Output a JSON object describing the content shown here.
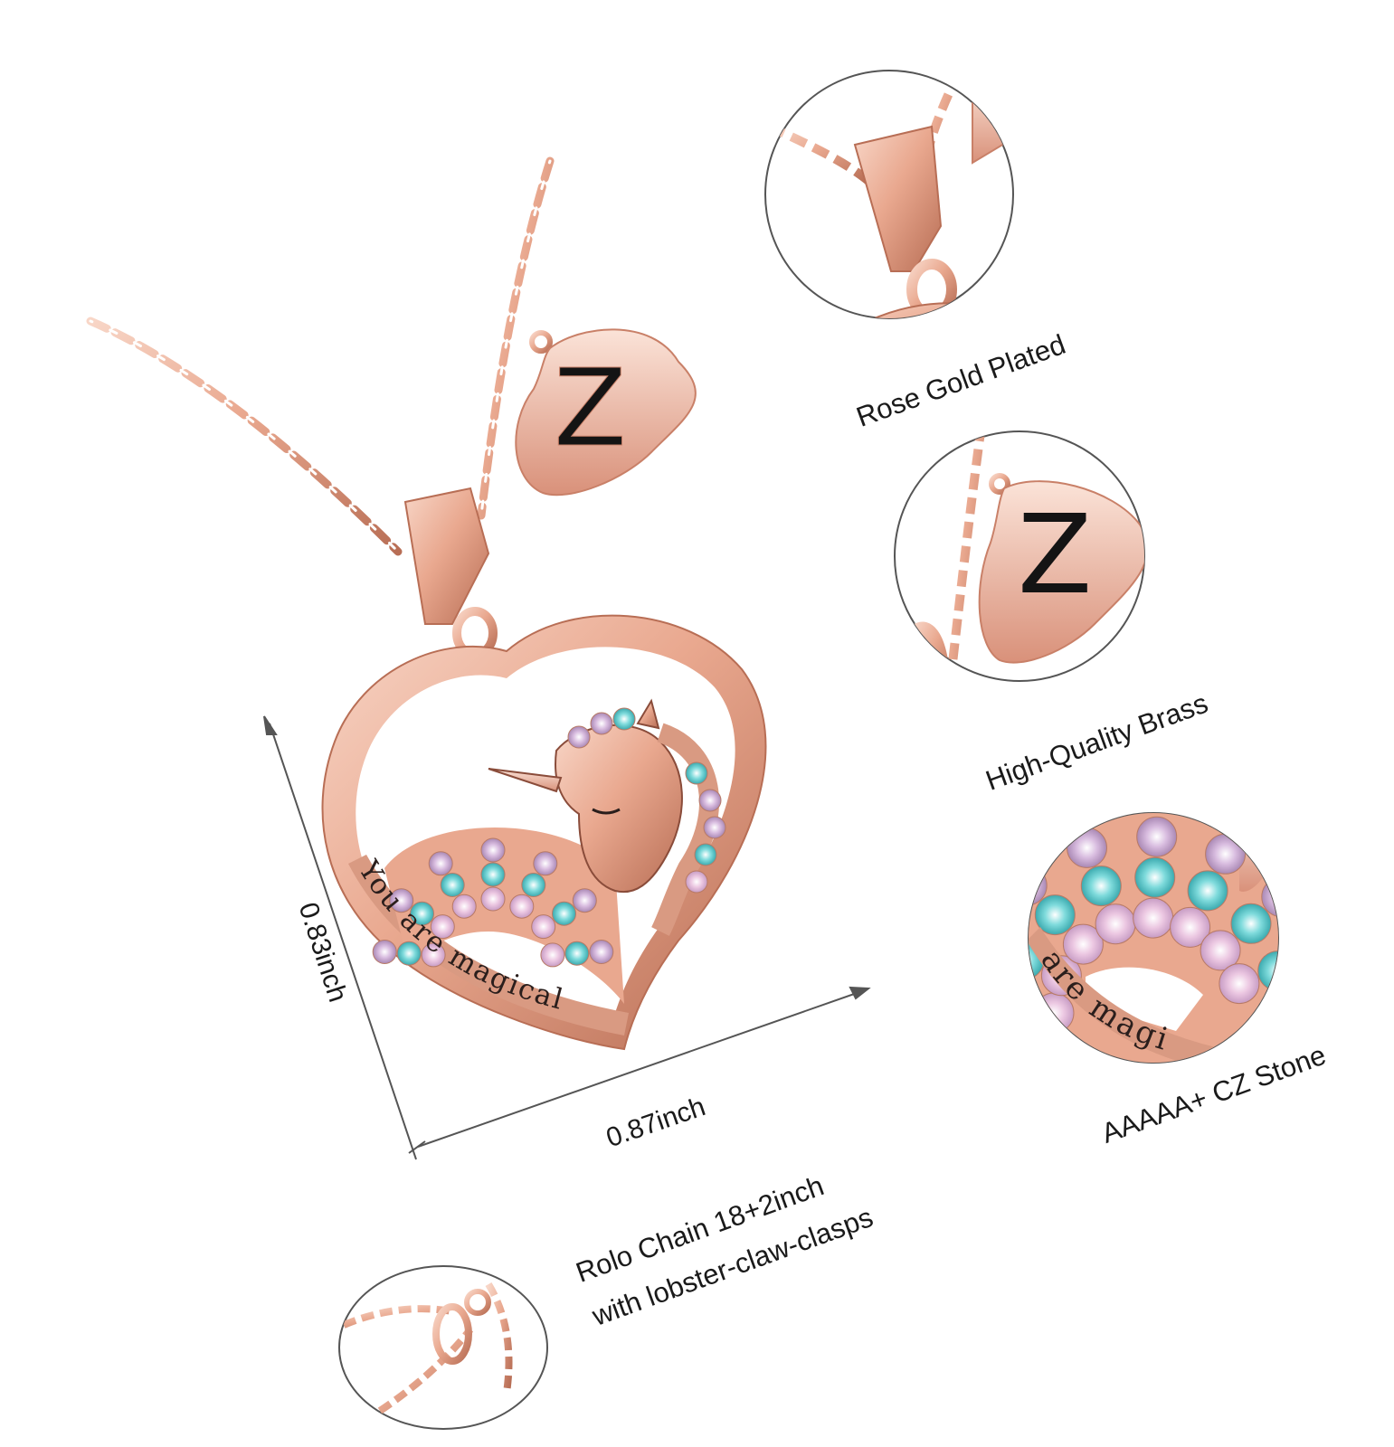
{
  "colors": {
    "rose_gold": "#e9a88f",
    "rose_gold_light": "#f8d6c7",
    "rose_gold_dark": "#b86e55",
    "stone_pink": "#e8c4e0",
    "stone_lilac": "#d4b4dc",
    "stone_aqua": "#6fd3d6",
    "engraving": "#2a1e1c",
    "outline": "#555555"
  },
  "initial_letter": "Z",
  "engraving_text": "You are magical",
  "zoom_engraving_text": "are magi",
  "dimensions": {
    "height_label": "0.83inch",
    "width_label": "0.87inch"
  },
  "features": {
    "rose_gold": "Rose Gold Plated",
    "brass": "High-Quality Brass",
    "stone": "AAAAA+ CZ Stone",
    "chain_line1": "Rolo Chain 18+2inch",
    "chain_line2": "with lobster-claw-clasps"
  }
}
